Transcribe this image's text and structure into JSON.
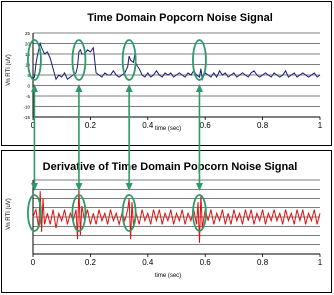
{
  "chart_data": [
    {
      "type": "line",
      "title": "Time Domain Popcorn Noise Signal",
      "xlabel": "time (sec)",
      "ylabel": "Vn RTI (uV)",
      "x_ticks": [
        "0",
        "0.2",
        "0.4",
        "0.6",
        "0.8",
        "1"
      ],
      "y_ticks": [
        "25",
        "20",
        "15",
        "10",
        "5",
        "0",
        "-5",
        "-10",
        "-15"
      ],
      "xlim": [
        0,
        1
      ],
      "ylim": [
        -15,
        25
      ],
      "grid": true,
      "series": [
        {
          "color": "#1b1b7a",
          "x": [
            0,
            0.005,
            0.01,
            0.015,
            0.02,
            0.025,
            0.03,
            0.04,
            0.05,
            0.06,
            0.07,
            0.08,
            0.09,
            0.1,
            0.11,
            0.12,
            0.13,
            0.14,
            0.15,
            0.155,
            0.16,
            0.165,
            0.17,
            0.18,
            0.19,
            0.2,
            0.21,
            0.215,
            0.22,
            0.23,
            0.24,
            0.25,
            0.26,
            0.27,
            0.28,
            0.29,
            0.3,
            0.31,
            0.32,
            0.33,
            0.335,
            0.34,
            0.35,
            0.355,
            0.36,
            0.37,
            0.38,
            0.39,
            0.4,
            0.41,
            0.42,
            0.43,
            0.44,
            0.45,
            0.46,
            0.47,
            0.48,
            0.49,
            0.5,
            0.51,
            0.52,
            0.53,
            0.54,
            0.55,
            0.56,
            0.57,
            0.58,
            0.585,
            0.59,
            0.6,
            0.61,
            0.62,
            0.63,
            0.64,
            0.65,
            0.66,
            0.67,
            0.68,
            0.69,
            0.7,
            0.71,
            0.72,
            0.73,
            0.74,
            0.75,
            0.76,
            0.77,
            0.78,
            0.79,
            0.8,
            0.81,
            0.82,
            0.83,
            0.84,
            0.85,
            0.86,
            0.87,
            0.88,
            0.89,
            0.9,
            0.91,
            0.92,
            0.93,
            0.94,
            0.95,
            0.96,
            0.97,
            0.98,
            0.99,
            1.0
          ],
          "y": [
            3,
            4,
            10,
            14,
            17,
            20,
            18,
            15,
            16,
            13,
            8,
            3,
            5,
            4,
            6,
            3,
            4,
            5,
            6,
            9,
            16,
            17,
            15,
            15,
            17,
            16,
            18,
            12,
            6,
            5,
            4,
            6,
            5,
            5,
            7,
            5,
            4,
            5,
            6,
            9,
            14,
            12,
            11,
            15,
            10,
            8,
            5,
            4,
            6,
            4,
            5,
            7,
            5,
            4,
            6,
            5,
            6,
            4,
            5,
            6,
            5,
            4,
            6,
            5,
            7,
            5,
            4,
            8,
            3,
            6,
            5,
            4,
            6,
            4,
            7,
            5,
            6,
            4,
            5,
            6,
            4,
            5,
            6,
            5,
            4,
            6,
            7,
            5,
            4,
            5,
            6,
            5,
            4,
            6,
            5,
            4,
            5,
            7,
            4,
            5,
            6,
            4,
            5,
            6,
            5,
            4,
            5,
            6,
            4,
            5
          ]
        }
      ]
    },
    {
      "type": "line",
      "title": "Derivative of Time Domain Popcorn Noise Signal",
      "xlabel": "time (sec)",
      "ylabel": "Vn RTI (uV)",
      "x_ticks": [
        "0",
        "0.2",
        "0.4",
        "0.6",
        "0.8",
        "1"
      ],
      "xlim": [
        0,
        1
      ],
      "ylim": [
        -10,
        10
      ],
      "grid": true,
      "series": [
        {
          "color": "#e01010",
          "x": [
            0,
            0.01,
            0.02,
            0.025,
            0.03,
            0.035,
            0.04,
            0.05,
            0.06,
            0.07,
            0.08,
            0.09,
            0.1,
            0.11,
            0.12,
            0.13,
            0.14,
            0.15,
            0.155,
            0.16,
            0.165,
            0.17,
            0.18,
            0.19,
            0.2,
            0.21,
            0.22,
            0.23,
            0.24,
            0.25,
            0.26,
            0.27,
            0.28,
            0.29,
            0.3,
            0.31,
            0.32,
            0.33,
            0.335,
            0.34,
            0.345,
            0.35,
            0.36,
            0.37,
            0.38,
            0.39,
            0.4,
            0.41,
            0.42,
            0.43,
            0.44,
            0.45,
            0.46,
            0.47,
            0.48,
            0.49,
            0.5,
            0.51,
            0.52,
            0.53,
            0.54,
            0.55,
            0.56,
            0.57,
            0.575,
            0.58,
            0.585,
            0.59,
            0.6,
            0.61,
            0.62,
            0.63,
            0.64,
            0.65,
            0.66,
            0.67,
            0.68,
            0.69,
            0.7,
            0.71,
            0.72,
            0.73,
            0.74,
            0.75,
            0.76,
            0.77,
            0.78,
            0.79,
            0.8,
            0.81,
            0.82,
            0.83,
            0.84,
            0.85,
            0.86,
            0.87,
            0.88,
            0.89,
            0.9,
            0.91,
            0.92,
            0.93,
            0.94,
            0.95,
            0.96,
            0.97,
            0.98,
            0.99,
            1.0
          ],
          "y": [
            0,
            2,
            -3,
            7,
            -4,
            5,
            -2,
            1,
            -2,
            2,
            -3,
            1,
            -1,
            2,
            -2,
            1,
            -1,
            2,
            -6,
            8,
            -5,
            3,
            -1,
            2,
            -2,
            1,
            -2,
            2,
            -1,
            1,
            -2,
            2,
            -1,
            1,
            -2,
            1,
            -1,
            2,
            5,
            -6,
            4,
            -2,
            1,
            -2,
            2,
            -1,
            1,
            -2,
            2,
            -1,
            2,
            -2,
            1,
            -1,
            2,
            -2,
            1,
            -1,
            2,
            -2,
            1,
            -1,
            2,
            -2,
            4,
            -7,
            6,
            -3,
            2,
            -1,
            2,
            -2,
            1,
            -1,
            2,
            -2,
            1,
            -2,
            2,
            -1,
            1,
            -2,
            2,
            -1,
            2,
            -2,
            1,
            -1,
            2,
            -2,
            1,
            -1,
            2,
            -1,
            1,
            -2,
            2,
            -1,
            1,
            -2,
            2,
            -1,
            2,
            -2,
            1,
            -1,
            2,
            -2,
            1
          ]
        }
      ]
    }
  ],
  "annotations": {
    "ellipse_color": "#2e9a6a",
    "arrow_color": "#2e9a6a",
    "marked_times": [
      0.005,
      0.16,
      0.335,
      0.58
    ]
  }
}
